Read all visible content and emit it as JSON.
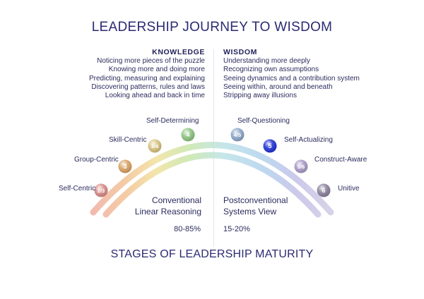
{
  "title": "LEADERSHIP JOURNEY TO WISDOM",
  "subtitle": "STAGES OF LEADERSHIP MATURITY",
  "knowledge": {
    "heading": "KNOWLEDGE",
    "items": [
      "Noticing more pieces of the puzzle",
      "Knowing more and doing more",
      "Predicting, measuring and explaining",
      "Discovering patterns, rules and laws",
      "Looking ahead and back in time"
    ]
  },
  "wisdom": {
    "heading": "WISDOM",
    "items": [
      "Understanding more deeply",
      "Recognizing own assumptions",
      "Seeing dynamics and a contribution system",
      "Seeing within, around and beneath",
      "Stripping away illusions"
    ]
  },
  "stages": [
    {
      "number": "2/3",
      "label": "Self-Centric",
      "color": "#d98a84"
    },
    {
      "number": "3",
      "label": "Group-Centric",
      "color": "#d9a060"
    },
    {
      "number": "3/4",
      "label": "Skill-Centric",
      "color": "#d8c27e"
    },
    {
      "number": "4",
      "label": "Self-Determining",
      "color": "#8cc47e"
    },
    {
      "number": "4/5",
      "label": "Self-Questioning",
      "color": "#8aa6c8"
    },
    {
      "number": "5",
      "label": "Self-Actualizing",
      "color": "#1d2fd6"
    },
    {
      "number": "5/6",
      "label": "Construct-Aware",
      "color": "#a899c6"
    },
    {
      "number": "6",
      "label": "Unitive",
      "color": "#8a7f9c"
    }
  ],
  "conventional": {
    "line1": "Conventional",
    "line2": "Linear Reasoning",
    "percent": "80-85%"
  },
  "postconventional": {
    "line1": "Postconventional",
    "line2": "Systems View",
    "percent": "15-20%"
  }
}
